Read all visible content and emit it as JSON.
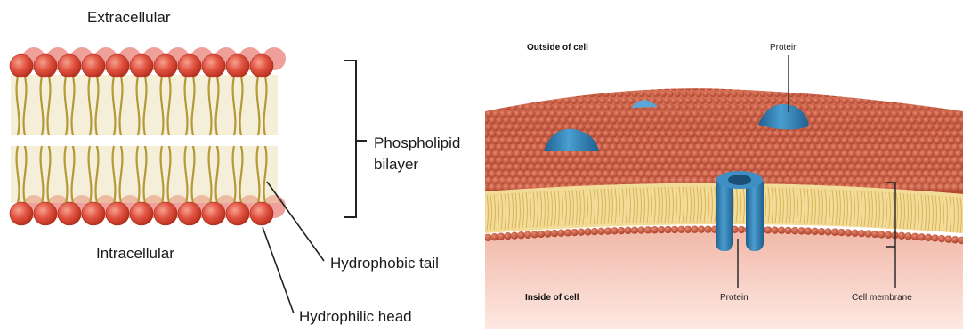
{
  "left_diagram": {
    "labels": {
      "extracellular": "Extracellular",
      "intracellular": "Intracellular",
      "phospholipid_line1": "Phospholipid",
      "phospholipid_line2": "bilayer",
      "hydrophobic_tail": "Hydrophobic tail",
      "hydrophilic_head": "Hydrophilic head"
    },
    "colors": {
      "head": "#e0523f",
      "head_shadow": "#f0a09a",
      "tail": "#b59a3a",
      "tail_fill": "#e9dcae"
    }
  },
  "right_diagram": {
    "labels": {
      "outside": "Outside of cell",
      "inside": "Inside of cell",
      "protein_top": "Protein",
      "protein_bottom": "Protein",
      "cell_membrane": "Cell membrane"
    },
    "colors": {
      "head": "#c8553a",
      "tail": "#e6c877",
      "protein": "#2f7fb7",
      "interior": "#f7d4cc"
    }
  }
}
